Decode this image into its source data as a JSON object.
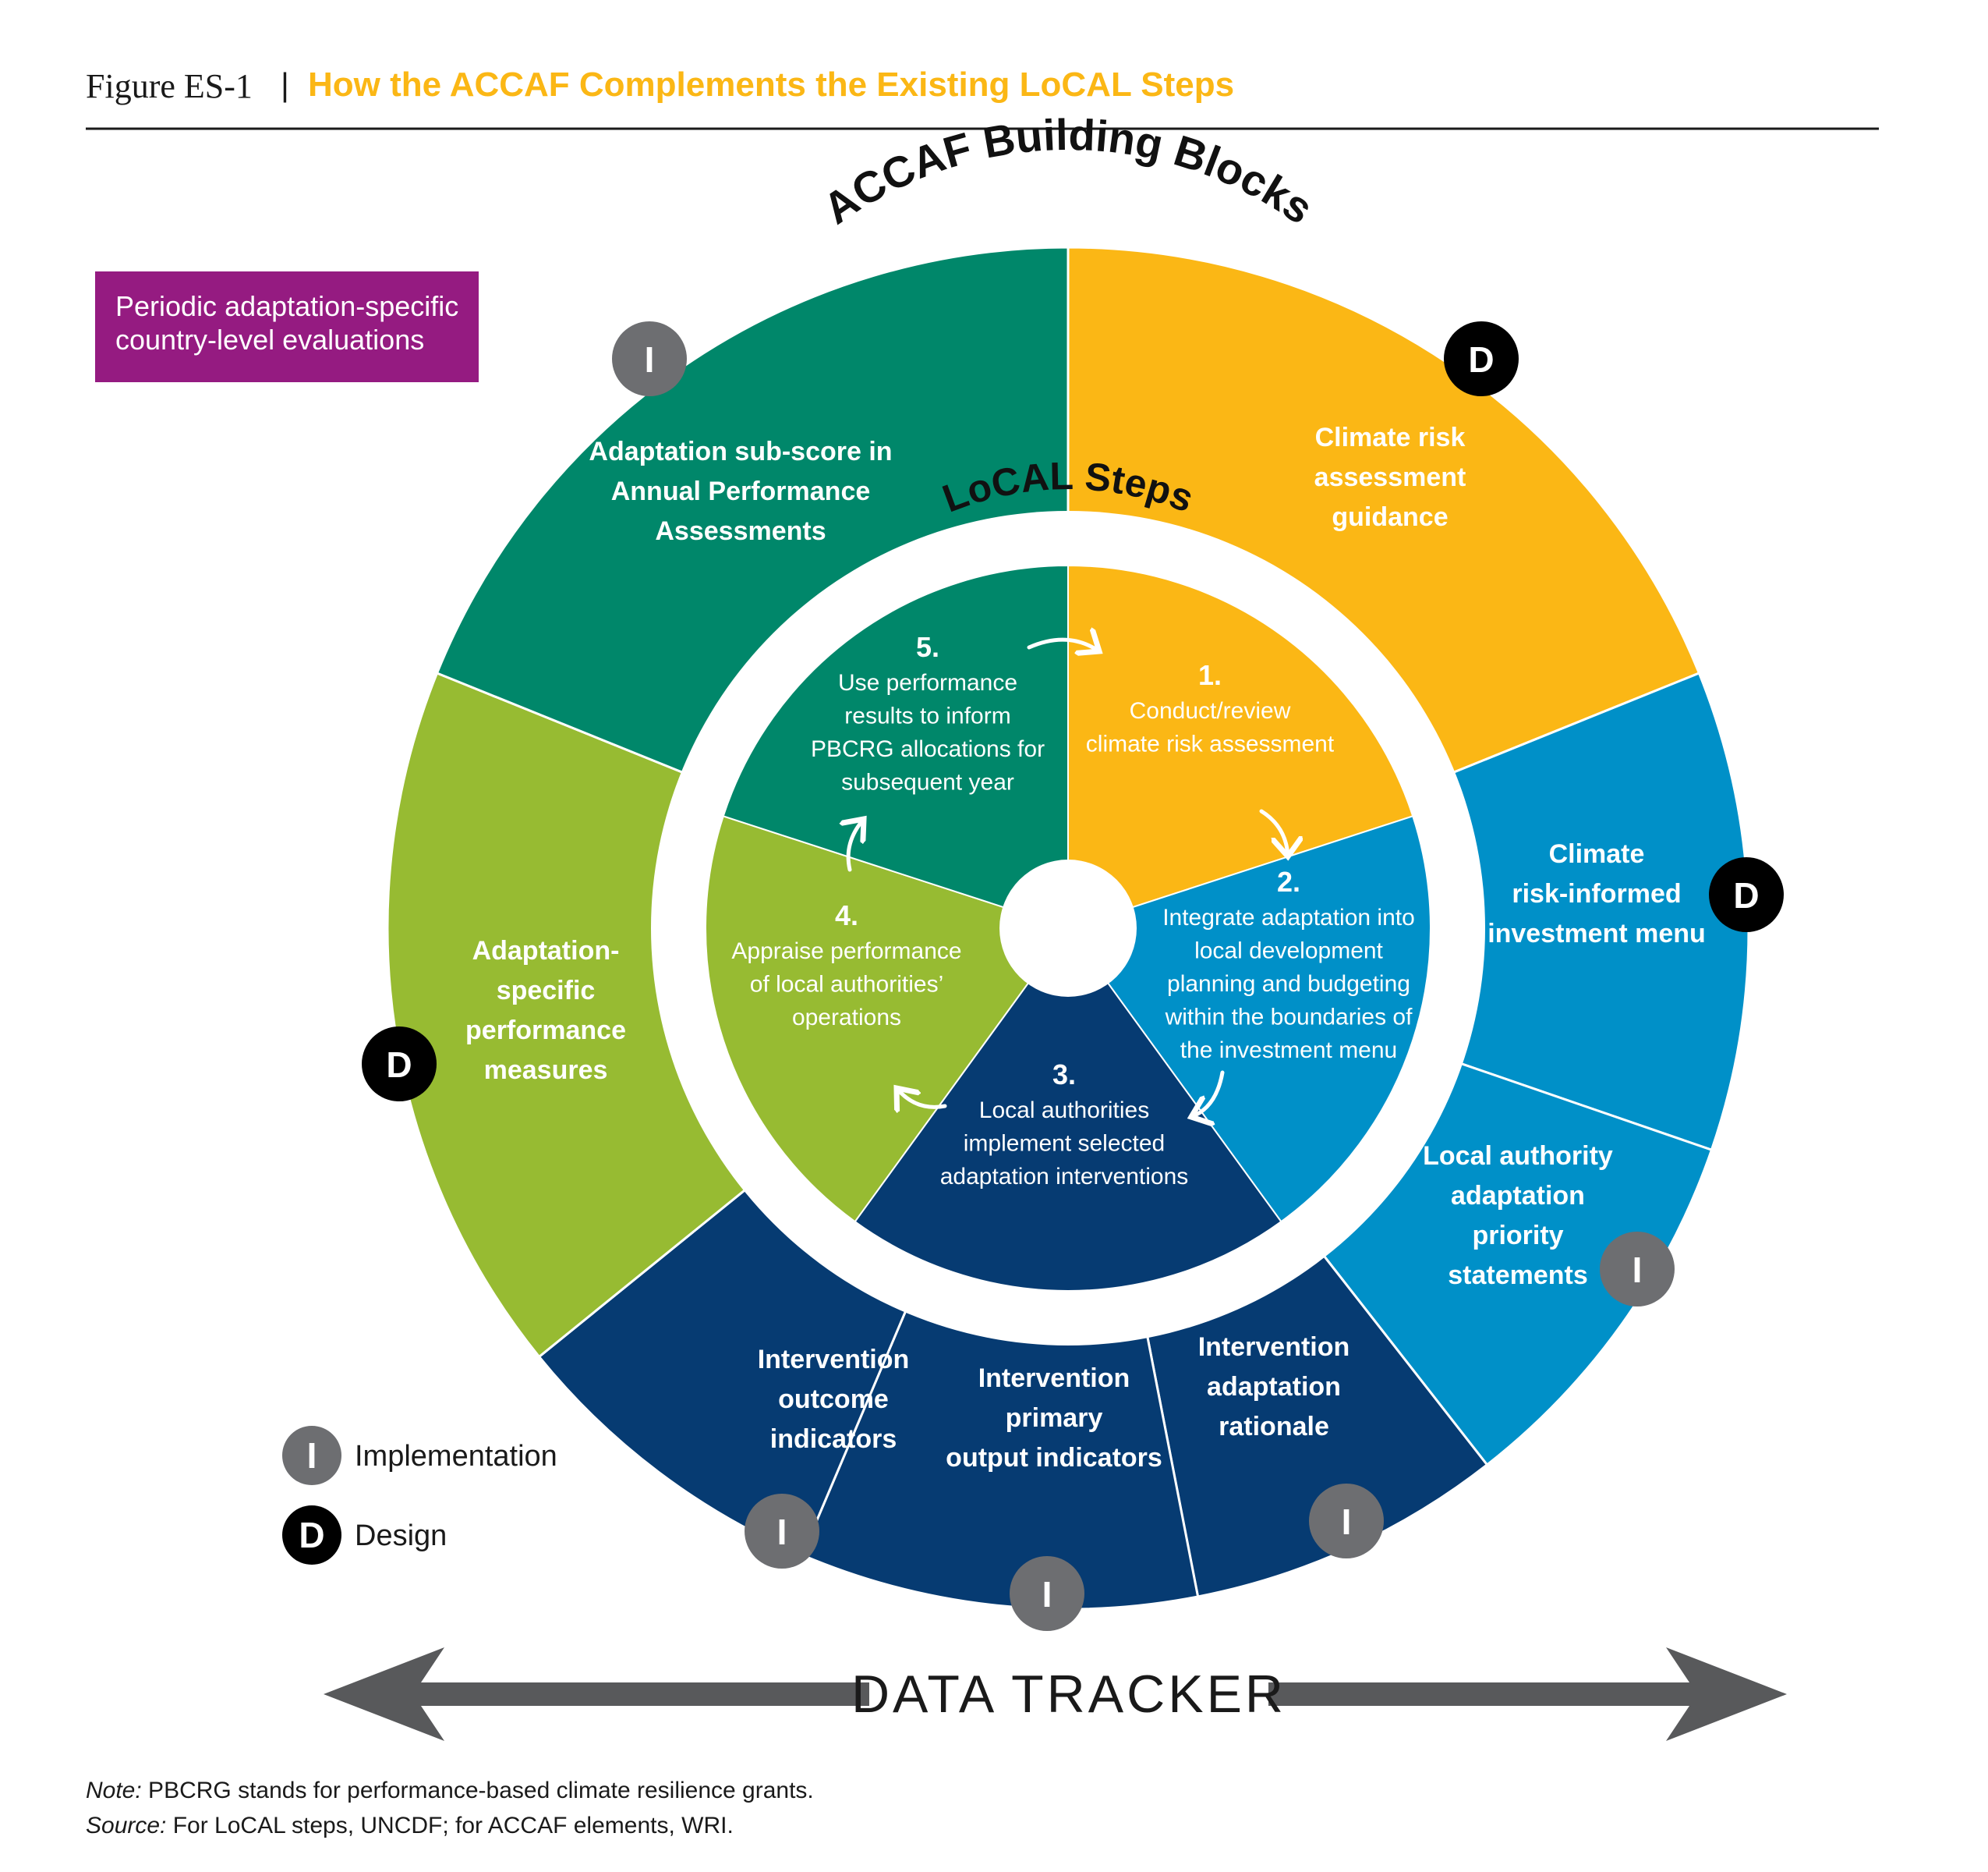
{
  "header": {
    "figure_label": "Figure ES-1",
    "separator": "|",
    "title": "How the ACCAF Complements the Existing LoCAL Steps"
  },
  "outer_ring_title": "ACCAF Building Blocks",
  "inner_ring_title": "LoCAL Steps",
  "callout": {
    "line1": "Periodic adaptation-specific",
    "line2": "country-level evaluations"
  },
  "building_blocks": [
    {
      "lines": [
        "Climate risk",
        "assessment",
        "guidance"
      ],
      "badge": "D"
    },
    {
      "lines": [
        "Climate",
        "risk-informed",
        "investment menu"
      ],
      "badge": "D"
    },
    {
      "lines": [
        "Local authority",
        "adaptation",
        "priority",
        "statements"
      ],
      "badge": "I"
    },
    {
      "lines": [
        "Intervention",
        "adaptation",
        "rationale"
      ],
      "badge": "I"
    },
    {
      "lines": [
        "Intervention",
        "primary",
        "output indicators"
      ],
      "badge": "I"
    },
    {
      "lines": [
        "Intervention",
        "outcome",
        "indicators"
      ],
      "badge": "I"
    },
    {
      "lines": [
        "Adaptation-",
        "specific",
        "performance",
        "measures"
      ],
      "badge": "D"
    },
    {
      "lines": [
        "Adaptation sub-score in",
        "Annual Performance",
        "Assessments"
      ],
      "badge": "I"
    }
  ],
  "local_steps": [
    {
      "number": "1.",
      "lines": [
        "Conduct/review",
        "climate risk assessment"
      ]
    },
    {
      "number": "2.",
      "lines": [
        "Integrate adaptation into",
        "local development",
        "planning and budgeting",
        "within the boundaries of",
        "the investment menu"
      ]
    },
    {
      "number": "3.",
      "lines": [
        "Local authorities",
        "implement selected",
        "adaptation interventions"
      ]
    },
    {
      "number": "4.",
      "lines": [
        "Appraise performance",
        "of local authorities’",
        "operations"
      ]
    },
    {
      "number": "5.",
      "lines": [
        "Use performance",
        "results to inform",
        "PBCRG allocations for",
        "subsequent year"
      ]
    }
  ],
  "legend": [
    {
      "letter": "I",
      "label": "Implementation"
    },
    {
      "letter": "D",
      "label": "Design"
    }
  ],
  "data_tracker": "DATA TRACKER",
  "note": {
    "prefix": "Note:",
    "text": " PBCRG stands for performance-based climate resilience grants."
  },
  "source": {
    "prefix": "Source:",
    "text": " For LoCAL steps, UNCDF; for ACCAF elements, WRI."
  },
  "colors": {
    "yellow": "#fbb715",
    "light_blue": "#0090c8",
    "navy": "#063b72",
    "green": "#00876a",
    "lime": "#97bb32",
    "gray_badge": "#6d6e71",
    "black_badge": "#000000",
    "magenta": "#951b81",
    "arrow_gray": "#58595b"
  }
}
